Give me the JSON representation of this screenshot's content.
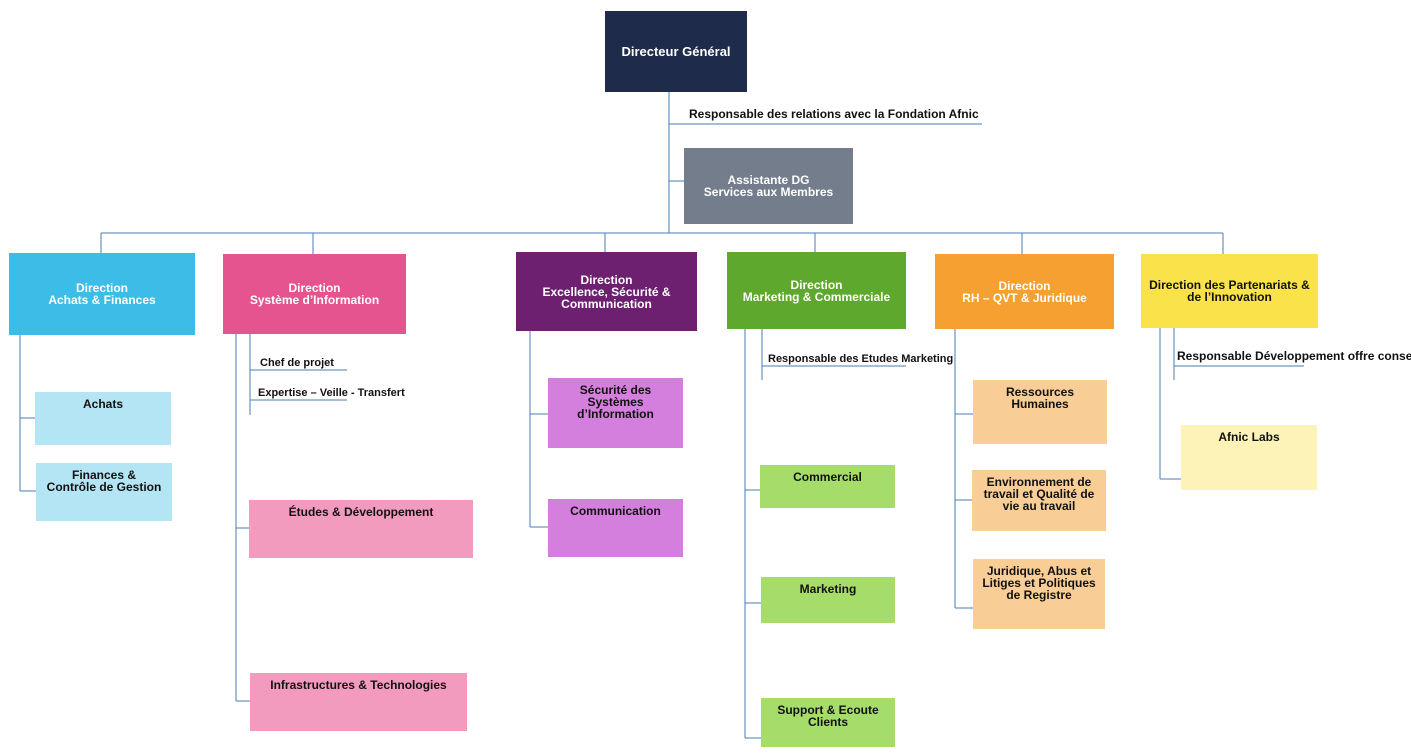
{
  "colors": {
    "line": "#4a7eb5",
    "dg": "#1e2b4a",
    "assistante": "#737d8c",
    "achats_finances": "#3bbde8",
    "si": "#e5548e",
    "excellence": "#6e2070",
    "marketing": "#5fa82e",
    "rh": "#f5a030",
    "partenariats": "#fae24a",
    "lightblue": "#b4e5f4",
    "pink": "#f29bbf",
    "violet": "#d47fdd",
    "green": "#a6dc6a",
    "peach": "#f8cd96",
    "lightyellow": "#fdf3b8"
  },
  "top": {
    "dg": "Directeur Général",
    "fondation": "Responsable des relations avec la Fondation Afnic",
    "assistante": "Assistante DG\nServices aux Membres"
  },
  "directions": {
    "achats_finances": "Direction\nAchats & Finances",
    "si": "Direction\nSystème d’Information",
    "excellence": "Direction\nExcellence, Sécurité &\nCommunication",
    "marketing": "Direction\nMarketing & Commerciale",
    "rh": "Direction\nRH – QVT & Juridique",
    "partenariats": "Direction des Partenariats &\nde l’Innovation"
  },
  "achats_finances": {
    "achats": "Achats",
    "finances": "Finances &\nContrôle de Gestion"
  },
  "si": {
    "chef_projet": "Chef de projet",
    "expertise": "Expertise – Veille - Transfert",
    "etudes": "Études & Développement",
    "infra": "Infrastructures & Technologies"
  },
  "excellence": {
    "securite": "Sécurité des\nSystèmes\nd’Information",
    "communication": "Communication"
  },
  "marketing": {
    "etudes_marketing": "Responsable des Etudes Marketing",
    "commercial": "Commercial",
    "marketing": "Marketing",
    "support": "Support & Ecoute\nClients"
  },
  "rh": {
    "rh": "Ressources\nHumaines",
    "env": "Environnement de\ntravail et Qualité de\nvie au travail",
    "juridique": "Juridique, Abus et\nLitiges et Politiques\nde Registre"
  },
  "partenariats": {
    "offre_conseil": "Responsable Développement offre conseil",
    "labs": "Afnic Labs"
  }
}
